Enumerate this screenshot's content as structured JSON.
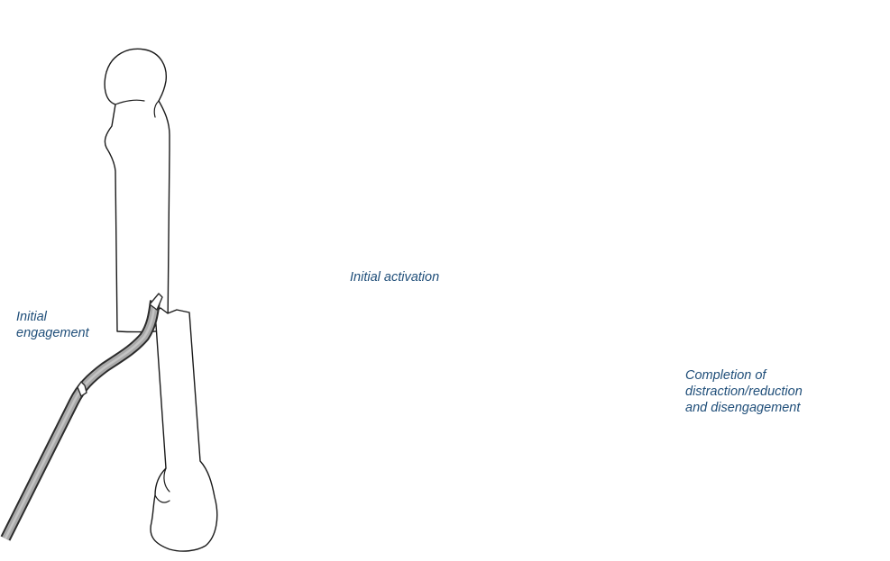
{
  "panels": [
    {
      "caption": [
        "Initial",
        "engagement"
      ]
    },
    {
      "caption": [
        "Initial activation"
      ]
    },
    {
      "caption": [
        "Completion of",
        "distraction/reduction",
        "and disengagement"
      ]
    }
  ],
  "colors": {
    "caption_text": "#1f4e79",
    "arrow": "#a7a7a7",
    "instrument_fill": "#a9a9a9",
    "outline": "#1a1a1a"
  }
}
